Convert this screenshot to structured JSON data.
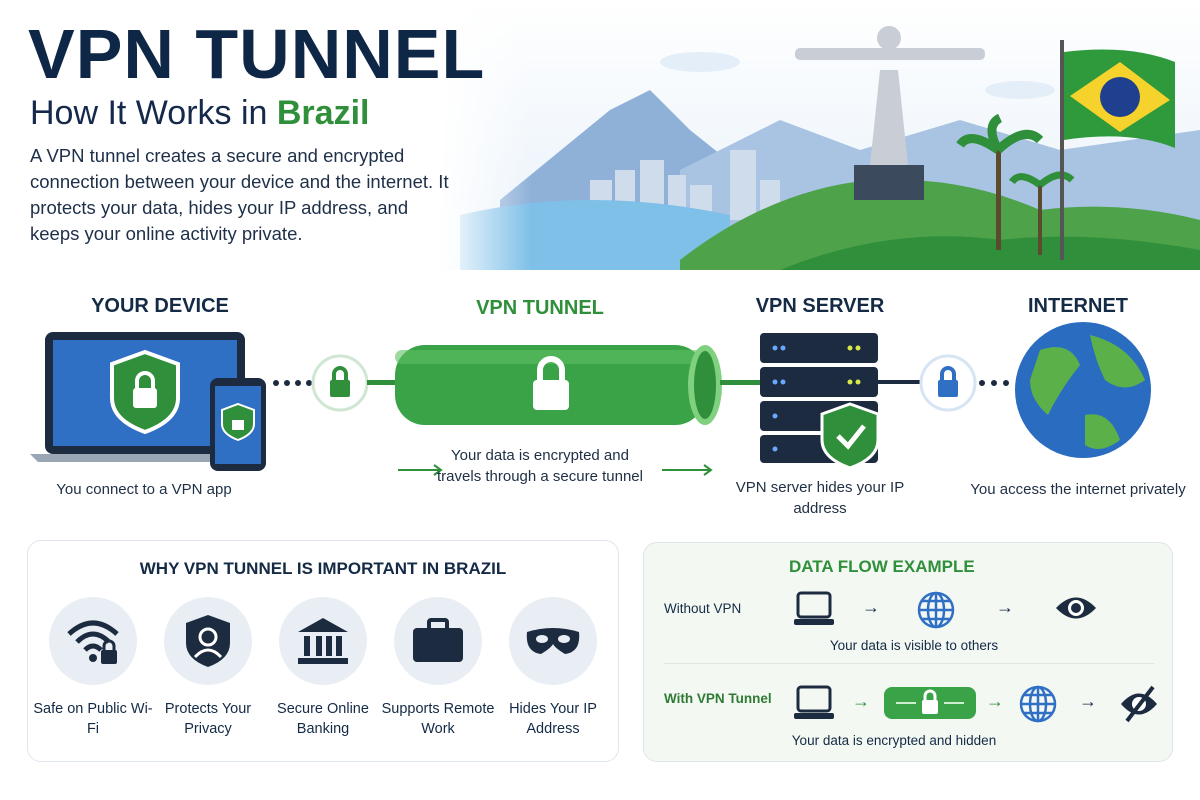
{
  "header": {
    "title": "VPN TUNNEL",
    "subtitle_prefix": "How It Works in ",
    "subtitle_highlight": "Brazil",
    "intro": "A VPN tunnel creates a secure and encrypted connection between your device and the internet. It protects your data, hides your IP address, and keeps your online activity private."
  },
  "steps": [
    {
      "title": "YOUR DEVICE",
      "caption": "You connect to a VPN app"
    },
    {
      "title": "VPN TUNNEL",
      "caption": "Your data is encrypted and travels through a secure tunnel"
    },
    {
      "title": "VPN SERVER",
      "caption": "VPN server hides your IP address"
    },
    {
      "title": "INTERNET",
      "caption": "You access the internet privately"
    }
  ],
  "why": {
    "title": "WHY VPN TUNNEL IS IMPORTANT IN BRAZIL",
    "items": [
      {
        "icon": "wifi-lock-icon",
        "label": "Safe on Public Wi-Fi"
      },
      {
        "icon": "privacy-shield-icon",
        "label": "Protects Your Privacy"
      },
      {
        "icon": "bank-icon",
        "label": "Secure Online Banking"
      },
      {
        "icon": "briefcase-icon",
        "label": "Supports Remote Work"
      },
      {
        "icon": "mask-icon",
        "label": "Hides Your IP Address"
      }
    ]
  },
  "flow": {
    "title": "DATA FLOW EXAMPLE",
    "without_label": "Without VPN",
    "without_caption": "Your data is visible to others",
    "with_label": "With VPN Tunnel",
    "with_caption": "Your data is encrypted and hidden",
    "arrow": "→"
  },
  "colors": {
    "navy": "#0f2747",
    "green": "#2f8f3a",
    "blue": "#2f6fc4"
  }
}
